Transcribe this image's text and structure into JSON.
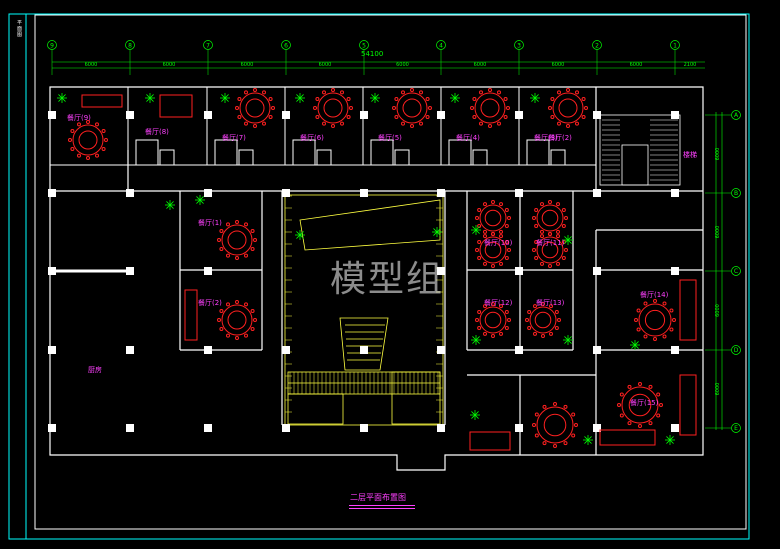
{
  "drawing": {
    "watermark": "模型组",
    "caption": "二层平面布置图",
    "side_title": "平面图",
    "total_dimension": "54100",
    "colors": {
      "background": "#000000",
      "frame": "#ffffff",
      "axis": "#00ff00",
      "wall": "#ffffff",
      "furniture": "#ff2020",
      "text": "#ff40ff",
      "stage": "#ffff40",
      "plant": "#00ff00"
    }
  },
  "axes": {
    "top": [
      "9",
      "8",
      "7",
      "6",
      "5",
      "4",
      "3",
      "2",
      "1"
    ],
    "right": [
      "A",
      "B",
      "C",
      "D",
      "E"
    ],
    "top_spans": [
      "6000",
      "6000",
      "6000",
      "6000",
      "6000",
      "6000",
      "6000",
      "6000",
      "2100"
    ],
    "right_spans": [
      "6000",
      "6000",
      "6000",
      "6000"
    ]
  },
  "rooms": {
    "top_row": [
      "餐厅(9)",
      "餐厅(8)",
      "餐厅(7)",
      "餐厅(6)",
      "餐厅(5)",
      "餐厅(4)",
      "餐厅(3)",
      "餐厅(2)"
    ],
    "left_block": [
      "餐厅(1)",
      "餐厅(2)"
    ],
    "right_block": [
      "餐厅(10)",
      "餐厅(11)",
      "餐厅(12)",
      "餐厅(13)"
    ],
    "right_lower": [
      "餐厅(14)",
      "餐厅(15)"
    ],
    "kitchen": "厨房",
    "stairs": "楼梯"
  }
}
